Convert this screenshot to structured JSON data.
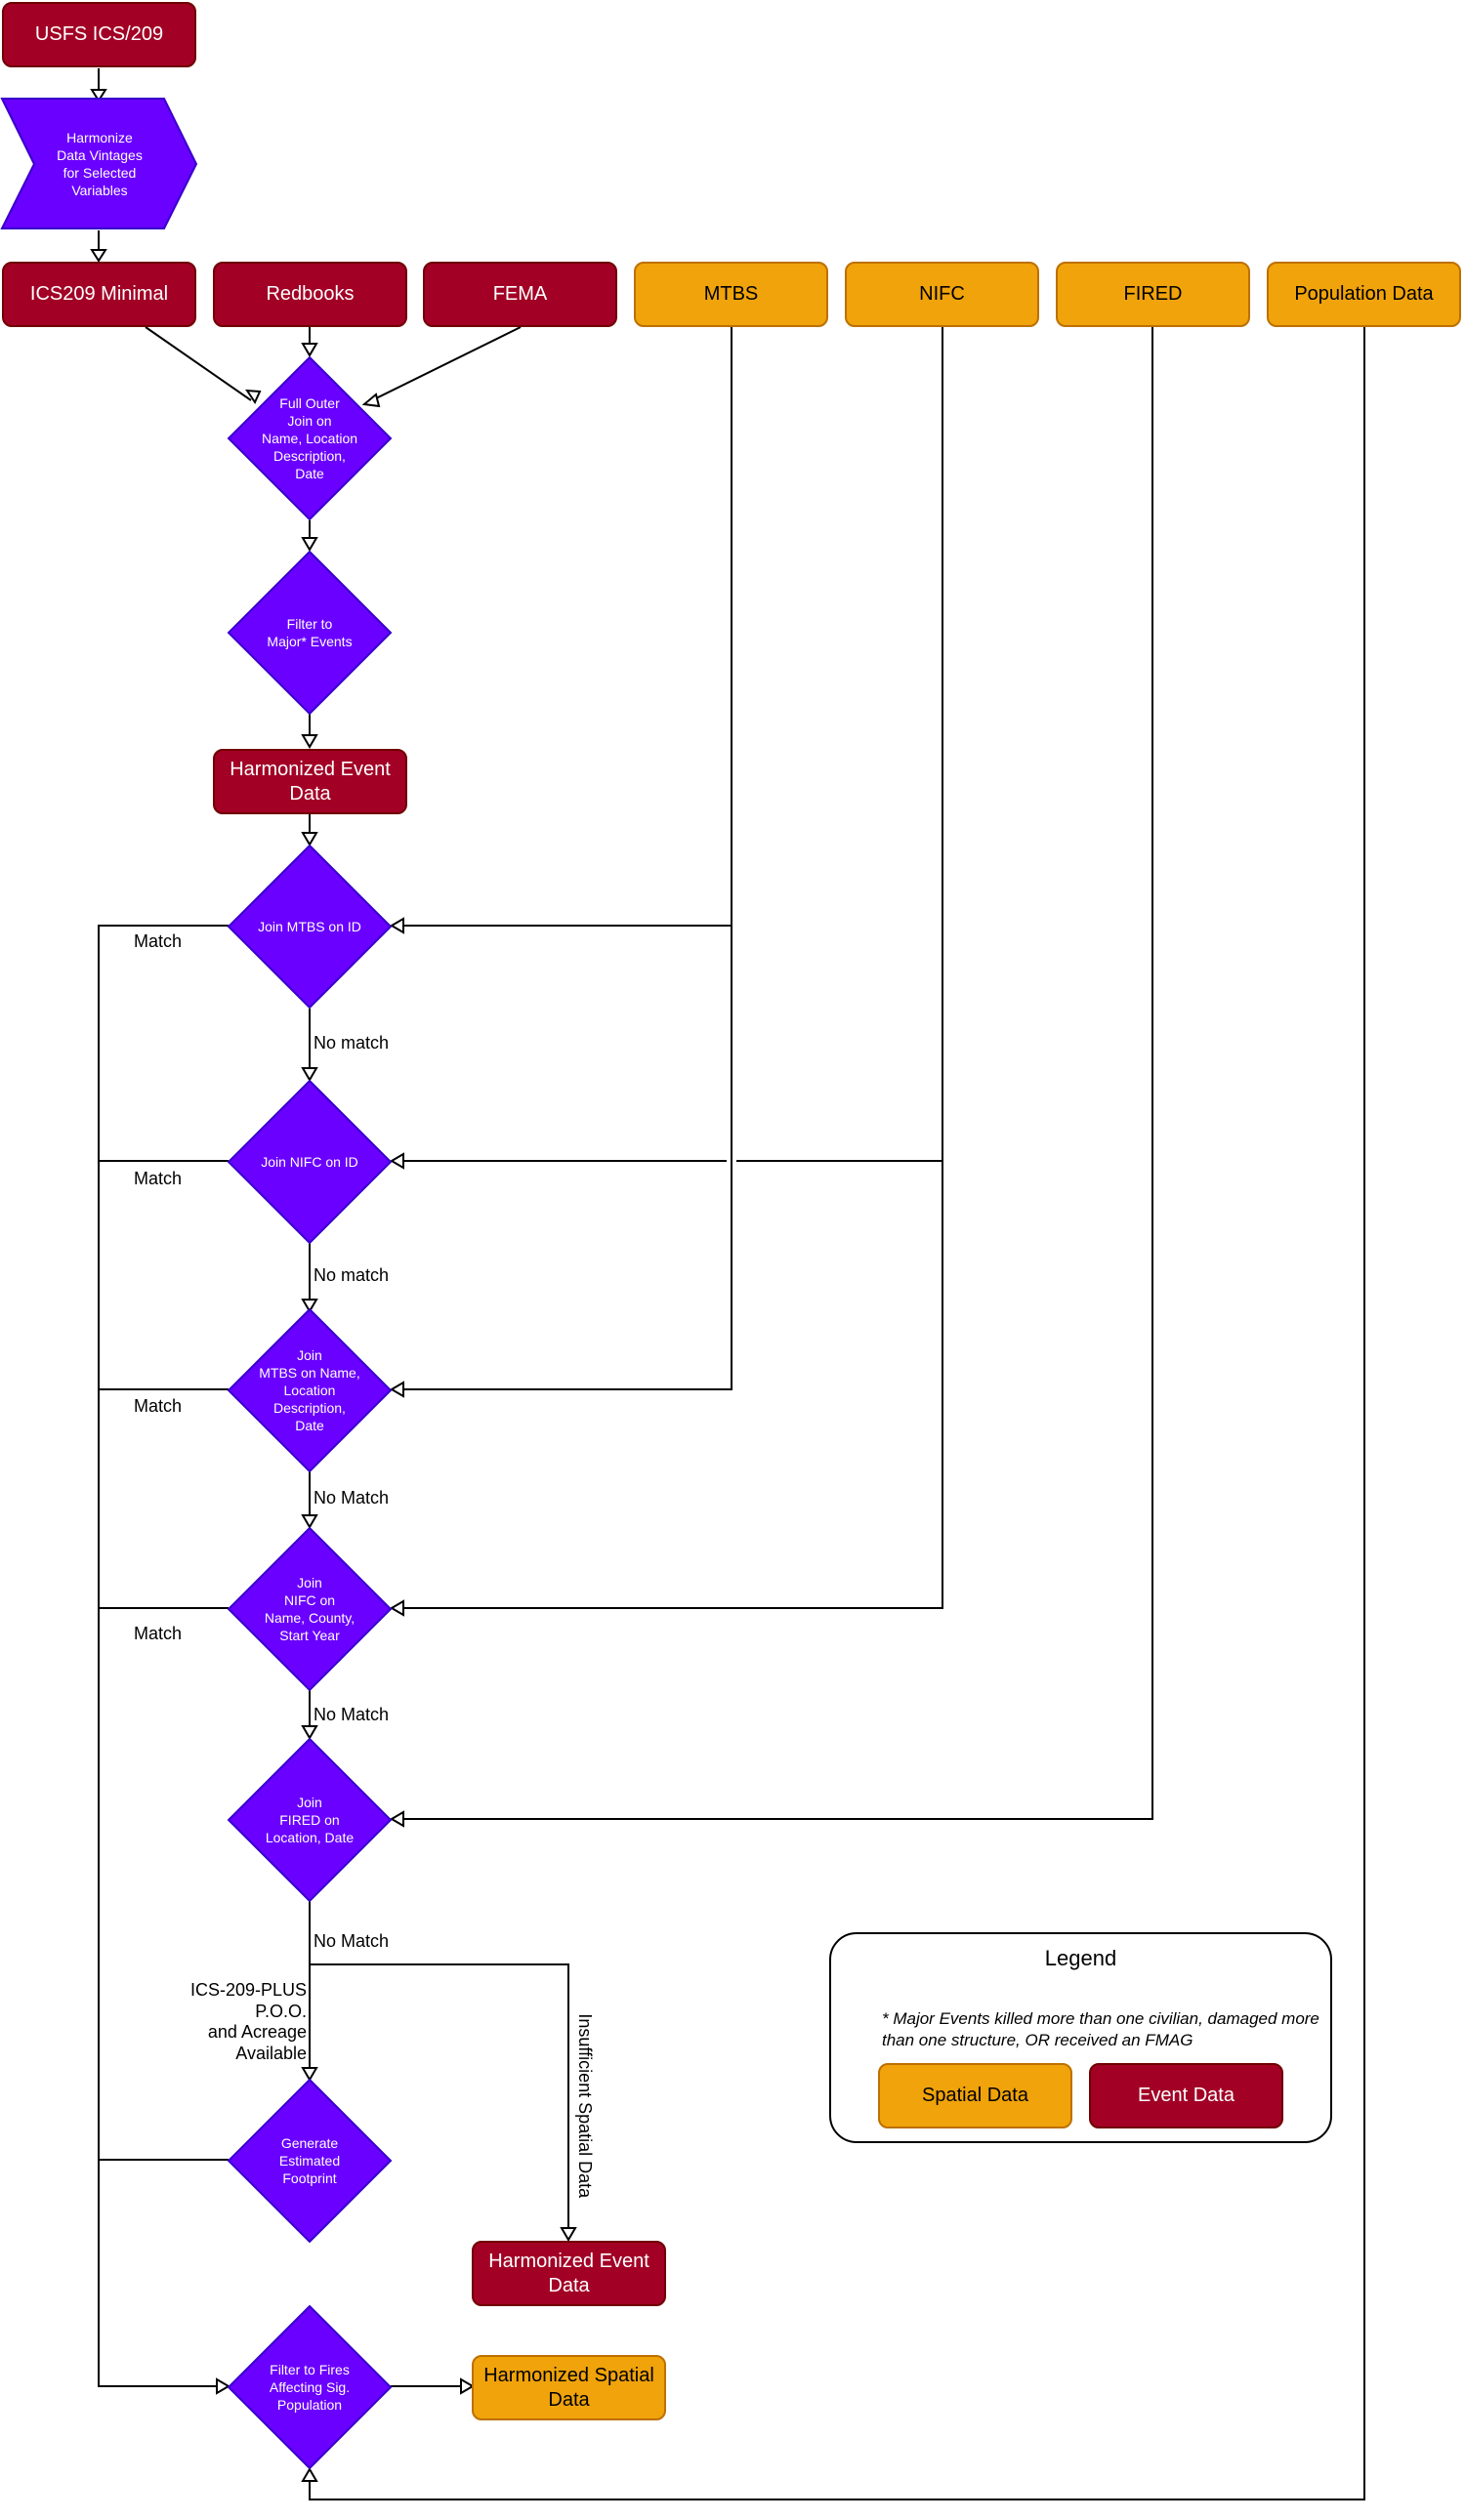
{
  "colors": {
    "event_fill": "#a20025",
    "event_stroke": "#6f0000",
    "spatial_fill": "#f0a30a",
    "spatial_stroke": "#bd7000",
    "process_fill": "#6a00ff",
    "process_stroke": "#3700cc",
    "line": "#000000"
  },
  "nodes": {
    "usfs": "USFS ICS/209",
    "harmonize": "Harmonize\nData Vintages\nfor Selected\nVariables",
    "ics209_minimal": "ICS209 Minimal",
    "redbooks": "Redbooks",
    "fema": "FEMA",
    "mtbs": "MTBS",
    "nifc": "NIFC",
    "fired": "FIRED",
    "population": "Population Data",
    "full_outer_join": "Full Outer\nJoin on\nName, Location\nDescription,\nDate",
    "filter_major": "Filter to\nMajor* Events",
    "harmonized_event_1": "Harmonized Event\nData",
    "join_mtbs_id": "Join MTBS on ID",
    "join_nifc_id": "Join NIFC on ID",
    "join_mtbs_name": "Join\nMTBS on Name,\nLocation\nDescription,\nDate",
    "join_nifc_name": "Join\nNIFC on\nName, County,\nStart Year",
    "join_fired": "Join\nFIRED on\nLocation, Date",
    "generate_footprint": "Generate\nEstimated\nFootprint",
    "harmonized_event_2": "Harmonized Event\nData",
    "filter_fires": "Filter to Fires\nAffecting Sig.\nPopulation",
    "harmonized_spatial": "Harmonized Spatial\nData"
  },
  "edge_labels": {
    "match_1": "Match",
    "no_match_1": "No match",
    "match_2": "Match",
    "no_match_2": "No match",
    "match_3": "Match",
    "no_match_3": "No Match",
    "match_4": "Match",
    "no_match_4": "No Match",
    "no_match_5": "No Match",
    "ics_plus": "ICS-209-PLUS\nP.O.O.\nand Acreage\nAvailable",
    "insufficient": "Insufficient Spatial Data"
  },
  "legend": {
    "title": "Legend",
    "note": "* Major Events killed more than one civilian, damaged more than one structure, OR received an FMAG",
    "spatial": "Spatial Data",
    "event": "Event Data"
  }
}
